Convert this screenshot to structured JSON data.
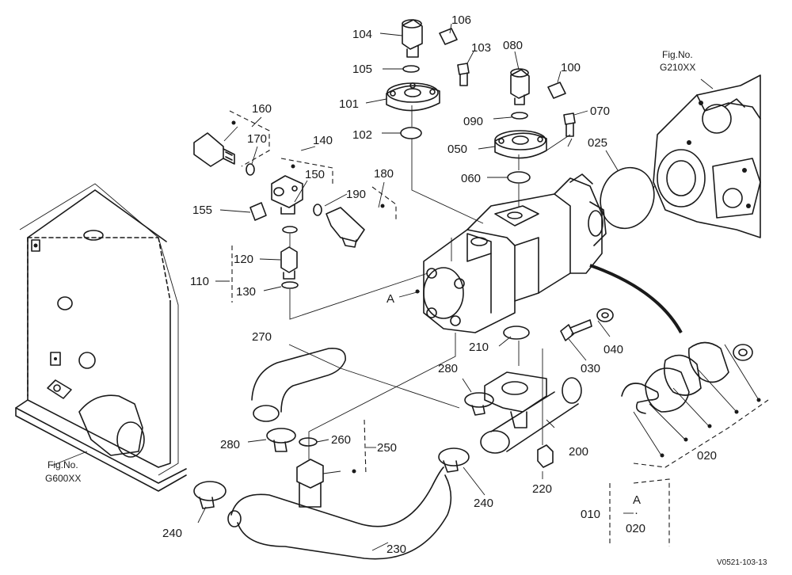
{
  "labels": {
    "p104": "104",
    "p106": "106",
    "p105": "105",
    "p103": "103",
    "p101": "101",
    "p102": "102",
    "p080": "080",
    "p100": "100",
    "p090": "090",
    "p070": "070",
    "p050": "050",
    "p025": "025",
    "p060": "060",
    "p160": "160",
    "p170": "170",
    "p140": "140",
    "p150": "150",
    "p180": "180",
    "p190": "190",
    "p155": "155",
    "p120": "120",
    "p110": "110",
    "p130": "130",
    "pA": "A",
    "p210": "210",
    "p040": "040",
    "p030": "030",
    "p270": "270",
    "p280a": "280",
    "p280b": "280",
    "p260": "260",
    "p250": "250",
    "p200": "200",
    "p020": "020",
    "p220": "220",
    "p240a": "240",
    "p240b": "240",
    "p230": "230",
    "p010": "010",
    "boxA": "A",
    "boxDot": "·",
    "box020": "020"
  },
  "refs": {
    "g210_line1": "Fig.No.",
    "g210_line2": "G210XX",
    "g600_line1": "Fig.No.",
    "g600_line2": "G600XX"
  },
  "drawing_code": "V0521-103-13"
}
